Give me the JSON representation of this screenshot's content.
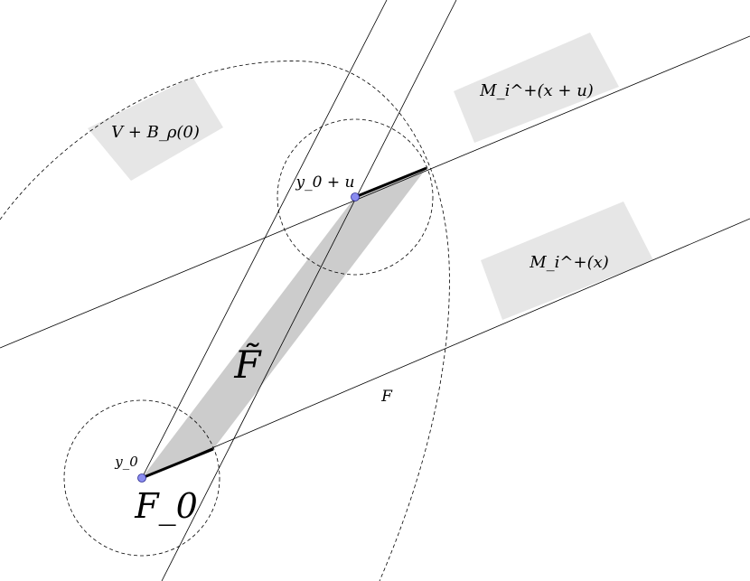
{
  "diagram": {
    "labels": {
      "v_ball": "V + B_ρ(0)",
      "m_shift": "M_i^+(x + u)",
      "m_base": "M_i^+(x)",
      "y0_u": "y_0 + u",
      "y0": "y_0",
      "f_tilde": "F̃",
      "f_line": "F",
      "f0": "F_0"
    },
    "colors": {
      "label_box": "#e6e6e6",
      "parallelogram": "#cccccc",
      "point": "#8a8cf0",
      "line": "#000000"
    }
  }
}
